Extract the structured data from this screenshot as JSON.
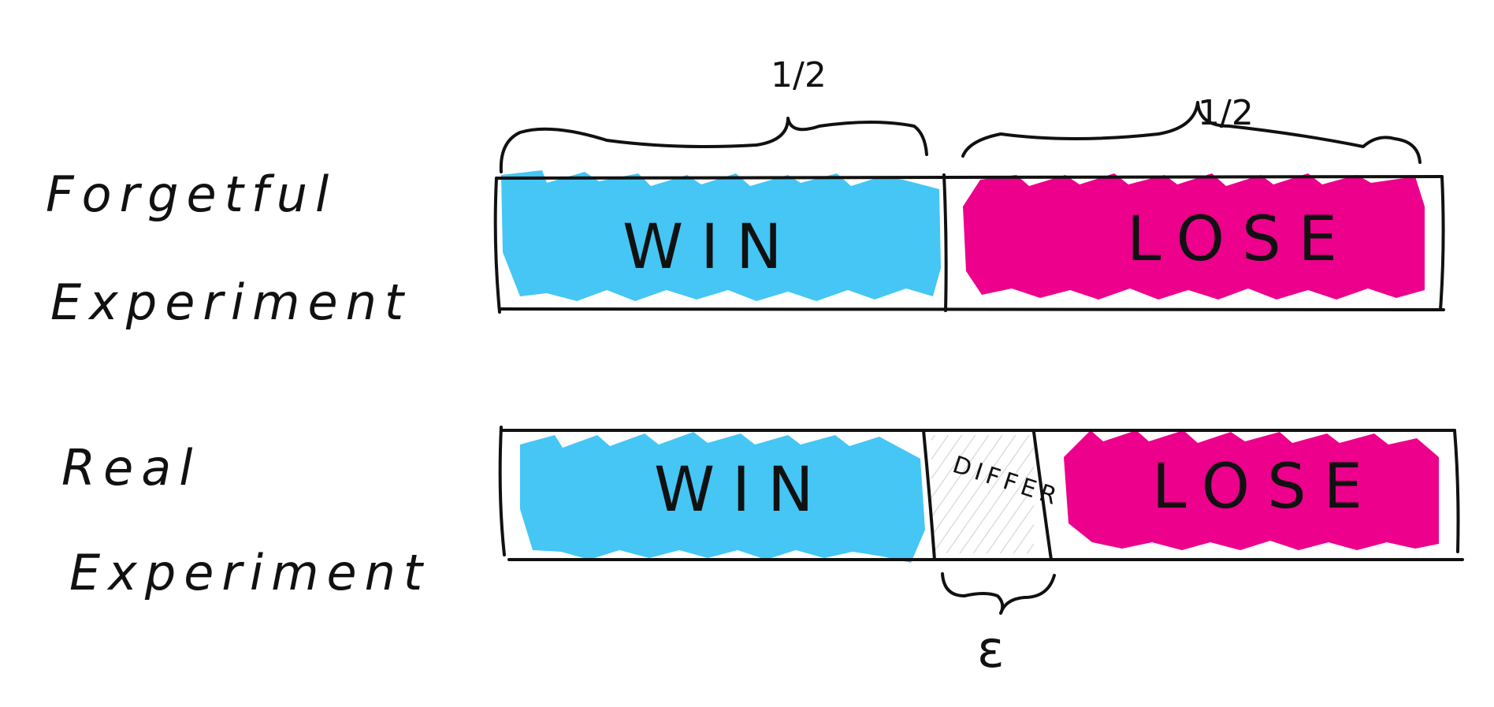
{
  "colors": {
    "win": "#45c6f4",
    "lose": "#ec008c",
    "differ": "#d6d6d6",
    "ink": "#111111",
    "background": "#ffffff"
  },
  "forgetful": {
    "label_line1": "Forgetful",
    "label_line2": "Experiment",
    "win_label": "WIN",
    "lose_label": "LOSE",
    "win_fraction": "1/2",
    "lose_fraction": "1/2"
  },
  "real": {
    "label_line1": "Real",
    "label_line2": "Experiment",
    "win_label": "WIN",
    "differ_label": "DIFFER",
    "lose_label": "LOSE",
    "differ_size_label": "ε"
  }
}
